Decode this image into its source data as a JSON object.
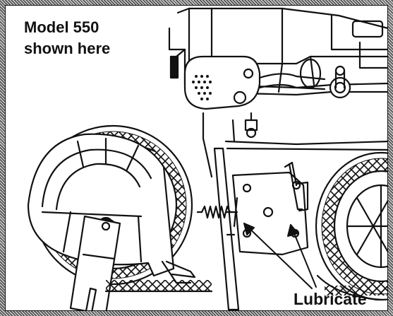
{
  "caption": {
    "line1": "Model 550",
    "line2": "shown here"
  },
  "callout": {
    "label": "Lubricate"
  },
  "colors": {
    "ink": "#111111",
    "paper": "#ffffff",
    "border_hatch": "#2a2a2a"
  }
}
